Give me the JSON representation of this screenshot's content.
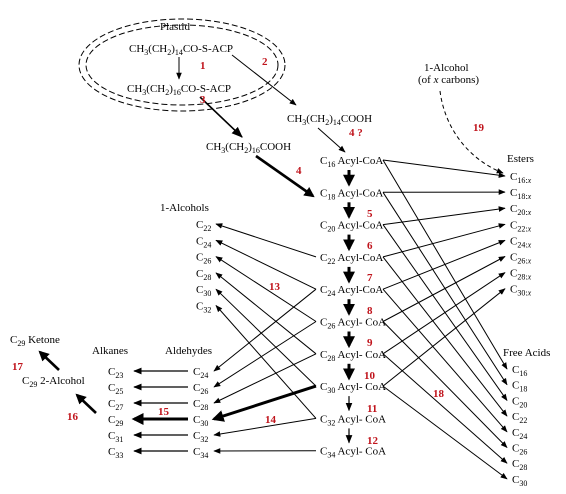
{
  "plastid": {
    "label": "Plastid",
    "c16_acp": "CH3(CH2)14CO-S-ACP",
    "c18_acp": "CH3(CH2)16CO-S-ACP"
  },
  "intermediates": {
    "c16_acid": "CH3(CH2)14COOH",
    "c18_acid": "CH3(CH2)16COOH"
  },
  "one_alcohol": {
    "line1": "1-Alcohol",
    "line2": "(of x carbons)"
  },
  "acyl_coa": [
    "C16 Acyl-CoA",
    "C18 Acyl-CoA",
    "C20 Acyl-CoA",
    "C22 Acyl-CoA",
    "C24 Acyl-CoA",
    "C26 Acyl- CoA",
    "C28 Acyl- CoA",
    "C30 Acyl- CoA",
    "C32 Acyl- CoA",
    "C34 Acyl- CoA"
  ],
  "alcohols": {
    "header": "1-Alcohols",
    "items": [
      "C22",
      "C24",
      "C26",
      "C28",
      "C30",
      "C32"
    ]
  },
  "aldehydes": {
    "header": "Aldehydes",
    "items": [
      "C24",
      "C26",
      "C28",
      "C30",
      "C32",
      "C34"
    ]
  },
  "alkanes": {
    "header": "Alkanes",
    "items": [
      "C23",
      "C25",
      "C27",
      "C29",
      "C31",
      "C33"
    ]
  },
  "ketone": "C29 Ketone",
  "sec_alcohol": "C29 2-Alcohol",
  "esters": {
    "header": "Esters",
    "items": [
      "C16:x",
      "C18:x",
      "C20:x",
      "C22:x",
      "C24:x",
      "C26:x",
      "C28:x",
      "C30:x"
    ]
  },
  "free_acids": {
    "header": "Free Acids",
    "items": [
      "C16",
      "C18",
      "C20",
      "C22",
      "C24",
      "C26",
      "C28",
      "C30"
    ]
  },
  "step_numbers": [
    "1",
    "2",
    "3",
    "4 ?",
    "4",
    "5",
    "6",
    "7",
    "8",
    "9",
    "10",
    "11",
    "12",
    "13",
    "14",
    "15",
    "16",
    "17",
    "18",
    "19"
  ],
  "colors": {
    "step_number": "#c0141c",
    "ink": "#000000"
  }
}
